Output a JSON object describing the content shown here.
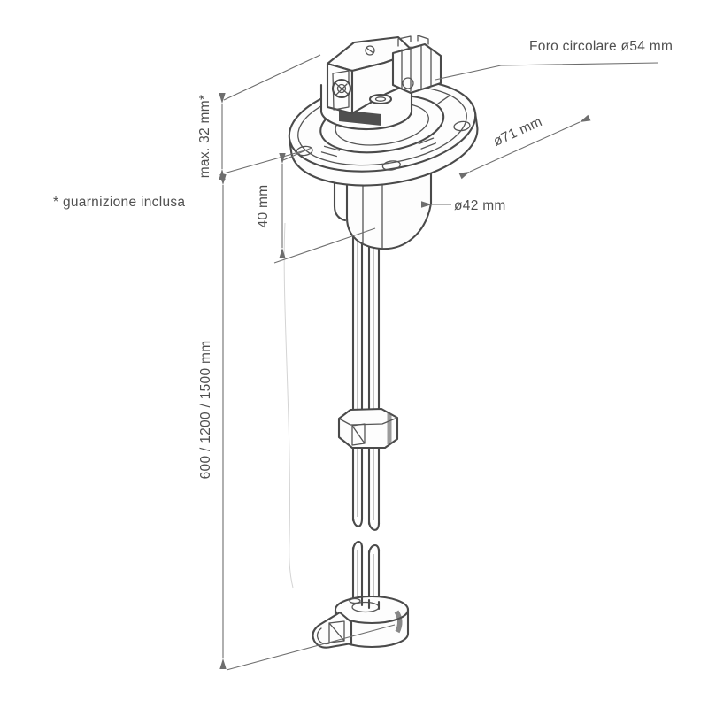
{
  "drawing": {
    "description": "technical dimension drawing of a tank level sender unit",
    "labels": {
      "hole_note": "Foro circolare ø54 mm",
      "max_height": "max. 32 mm*",
      "gasket_note": "* guarnizione inclusa",
      "flange_diameter": "ø71 mm",
      "body_diameter": "ø42 mm",
      "body_length": "40 mm",
      "tube_lengths": "600 / 1200 / 1500 mm"
    },
    "colors": {
      "paper": "#ffffff",
      "ink": "#4a4a4a",
      "dimension_lines": "#6e6e6e"
    }
  }
}
